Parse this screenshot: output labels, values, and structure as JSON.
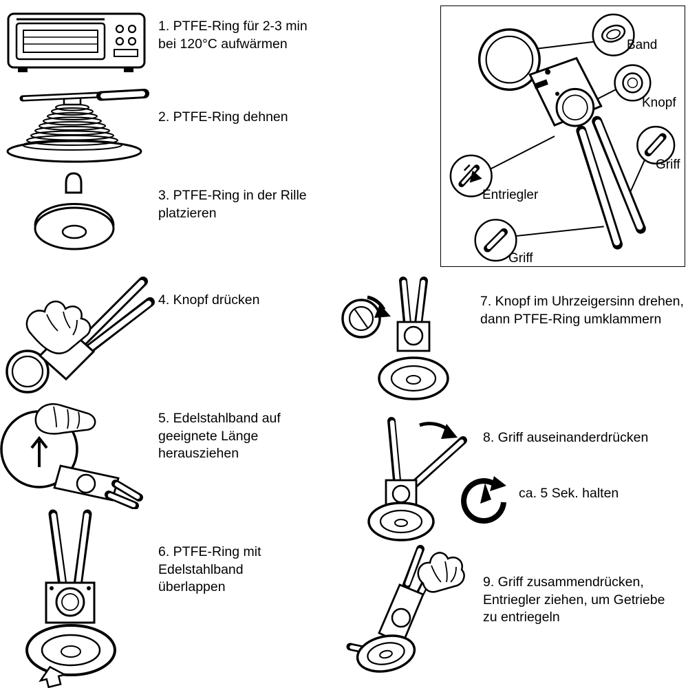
{
  "document": {
    "language": "de",
    "background": "#ffffff",
    "ink": "#000000",
    "type": "instruction-sheet"
  },
  "steps": [
    {
      "number": 1,
      "label": "1. PTFE-Ring für 2-3 min\nbei 120°C aufwärmen",
      "illustration": "oven-icon"
    },
    {
      "number": 2,
      "label": "2. PTFE-Ring dehnen",
      "illustration": "ring-expander-icon"
    },
    {
      "number": 3,
      "label": "3. PTFE-Ring in der Rille\nplatzieren",
      "illustration": "dome-tool-icon"
    },
    {
      "number": 4,
      "label": "4. Knopf drücken",
      "illustration": "hand-pressing-knob-icon"
    },
    {
      "number": 5,
      "label": "5. Edelstahlband auf\ngeeignete Länge\nherausziehen",
      "illustration": "hand-pulling-band-icon"
    },
    {
      "number": 6,
      "label": "6. PTFE-Ring mit\nEdelstahlband\nüberlappen",
      "illustration": "tool-with-ring-icon"
    },
    {
      "number": 7,
      "label": "7. Knopf im Uhrzeigersinn drehen,\ndann PTFE-Ring umklammern",
      "illustration": "rotate-knob-icon"
    },
    {
      "number": 8,
      "label": "8. Griff auseinanderdrücken",
      "note": "ca. 5 Sek. halten",
      "illustration": "spread-handles-icon"
    },
    {
      "number": 9,
      "label": "9. Griff zusammendrücken,\nEntriegler ziehen, um Getriebe\nzu entriegeln",
      "illustration": "release-gear-icon"
    }
  ],
  "parts_diagram": {
    "labels": {
      "band": "Band",
      "knopf": "Knopf",
      "griff_upper": "Griff",
      "entriegler": "Entriegler",
      "griff_lower": "Griff"
    }
  }
}
